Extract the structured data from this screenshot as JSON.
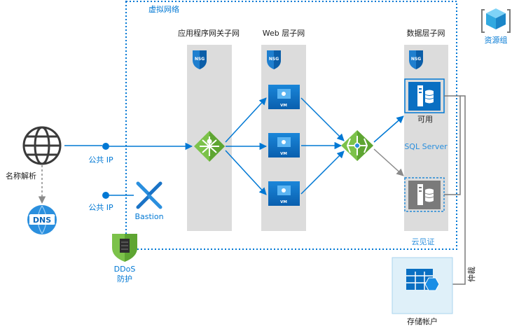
{
  "vnet": {
    "label": "虚拟网络"
  },
  "resource_group": {
    "label": "资源组"
  },
  "subnets": {
    "app_gateway": {
      "label": "应用程序网关子网",
      "nsg": "NSG"
    },
    "web": {
      "label": "Web 层子网",
      "nsg": "NSG"
    },
    "data": {
      "label": "数据层子网",
      "nsg": "NSG"
    }
  },
  "internet": {
    "dns_label": "名称解析",
    "dns_badge": "DNS"
  },
  "public_ip_1": {
    "label": "公共 IP"
  },
  "public_ip_2": {
    "label": "公共 IP"
  },
  "bastion": {
    "label": "Bastion"
  },
  "ddos": {
    "label_line1": "DDoS",
    "label_line2": "防护"
  },
  "vms": [
    {
      "badge": "VM"
    },
    {
      "badge": "VM"
    },
    {
      "badge": "VM"
    }
  ],
  "sql": {
    "primary_label": "可用",
    "cluster_label": "SQL Server",
    "witness_label": "云见证"
  },
  "storage": {
    "label": "存储帐户",
    "arbitration_label": "仲裁"
  },
  "colors": {
    "accent": "#0078d4",
    "subnet_fill": "#dcdcdc",
    "vm_blue": "#0a6fc2",
    "green": "#6fb33a",
    "storage_fill": "#dff0f9",
    "gray_server": "#7a7a7a"
  }
}
